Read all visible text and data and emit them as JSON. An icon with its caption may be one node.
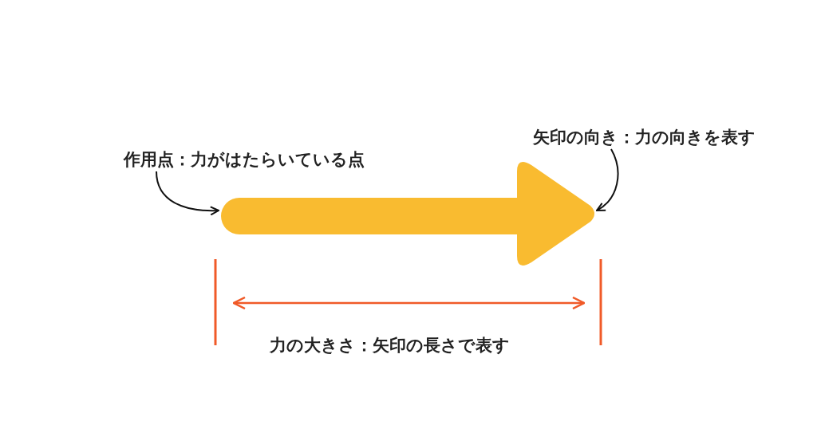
{
  "diagram": {
    "nodes": [
      {
        "text": [
          "作用点：力がはたらいている点"
        ]
      },
      {
        "text": [
          "矢印の向き：力の向きを表す"
        ]
      }
    ],
    "edges": [
      {
        "from": 0,
        "to": null,
        "arrow": "to"
      },
      {
        "from": 1,
        "to": null,
        "arrow": "to"
      }
    ],
    "labels": [
      "力の大きさ：矢印の長さで表す"
    ]
  }
}
